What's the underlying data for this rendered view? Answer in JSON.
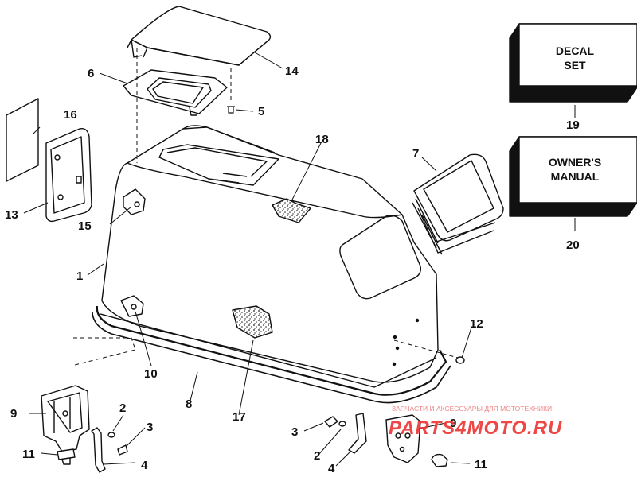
{
  "callouts": {
    "c1": "1",
    "c2a": "2",
    "c2b": "2",
    "c3a": "3",
    "c3b": "3",
    "c4a": "4",
    "c4b": "4",
    "c5": "5",
    "c6": "6",
    "c7": "7",
    "c8": "8",
    "c9a": "9",
    "c9b": "9",
    "c10": "10",
    "c11a": "11",
    "c11b": "11",
    "c12": "12",
    "c13": "13",
    "c14": "14",
    "c15": "15",
    "c16": "16",
    "c17": "17",
    "c18": "18",
    "c19": "19",
    "c20": "20"
  },
  "boxes": {
    "decal_line1": "DECAL",
    "decal_line2": "SET",
    "manual_line1": "OWNER'S",
    "manual_line2": "MANUAL"
  },
  "watermark": {
    "tagline": "ЗАПЧАСТИ И АКСЕССУАРЫ ДЛЯ МОТОТЕХНИКИ",
    "brand": "PARTS4MOTO.RU"
  }
}
